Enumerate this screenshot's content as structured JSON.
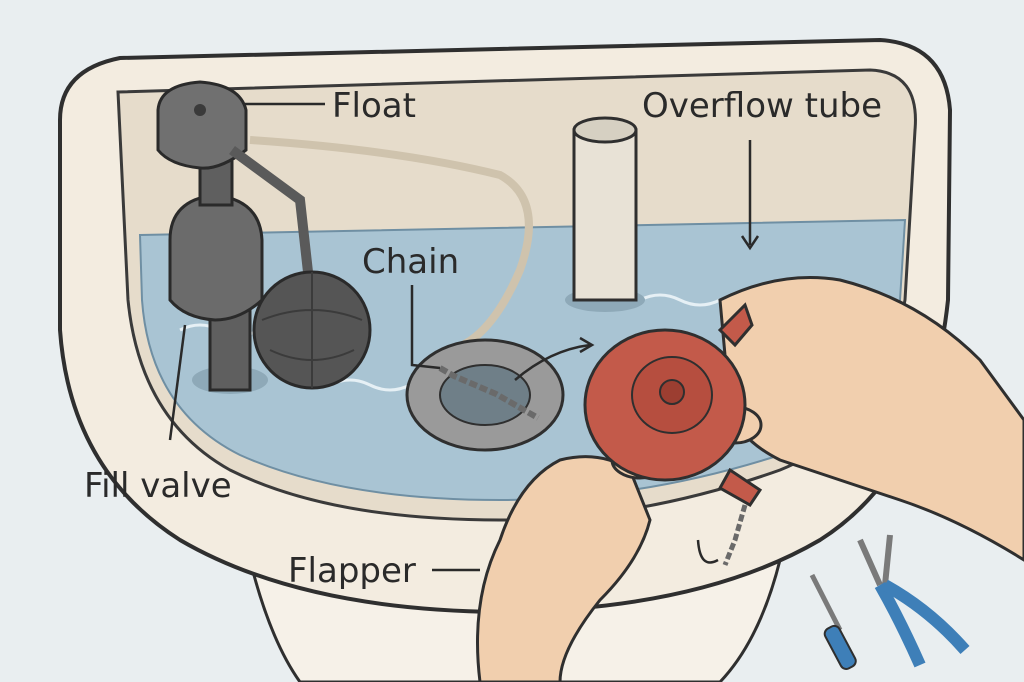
{
  "labels": {
    "float": "Float",
    "overflow_tube": "Overflow tube",
    "chain": "Chain",
    "fill_valve": "Fill valve",
    "flapper": "Flapper"
  },
  "colors": {
    "background": "#e9eef0",
    "tank_porcelain": "#f3ece0",
    "tank_inner": "#e6dccb",
    "water": "#a9c4d3",
    "fill_valve": "#6b6b6b",
    "flapper": "#c35a4a",
    "skin": "#f1cfae",
    "tool_handle": "#3e7fb8"
  },
  "icons": [
    "wrench-pliers-icon",
    "screwdriver-icon"
  ]
}
